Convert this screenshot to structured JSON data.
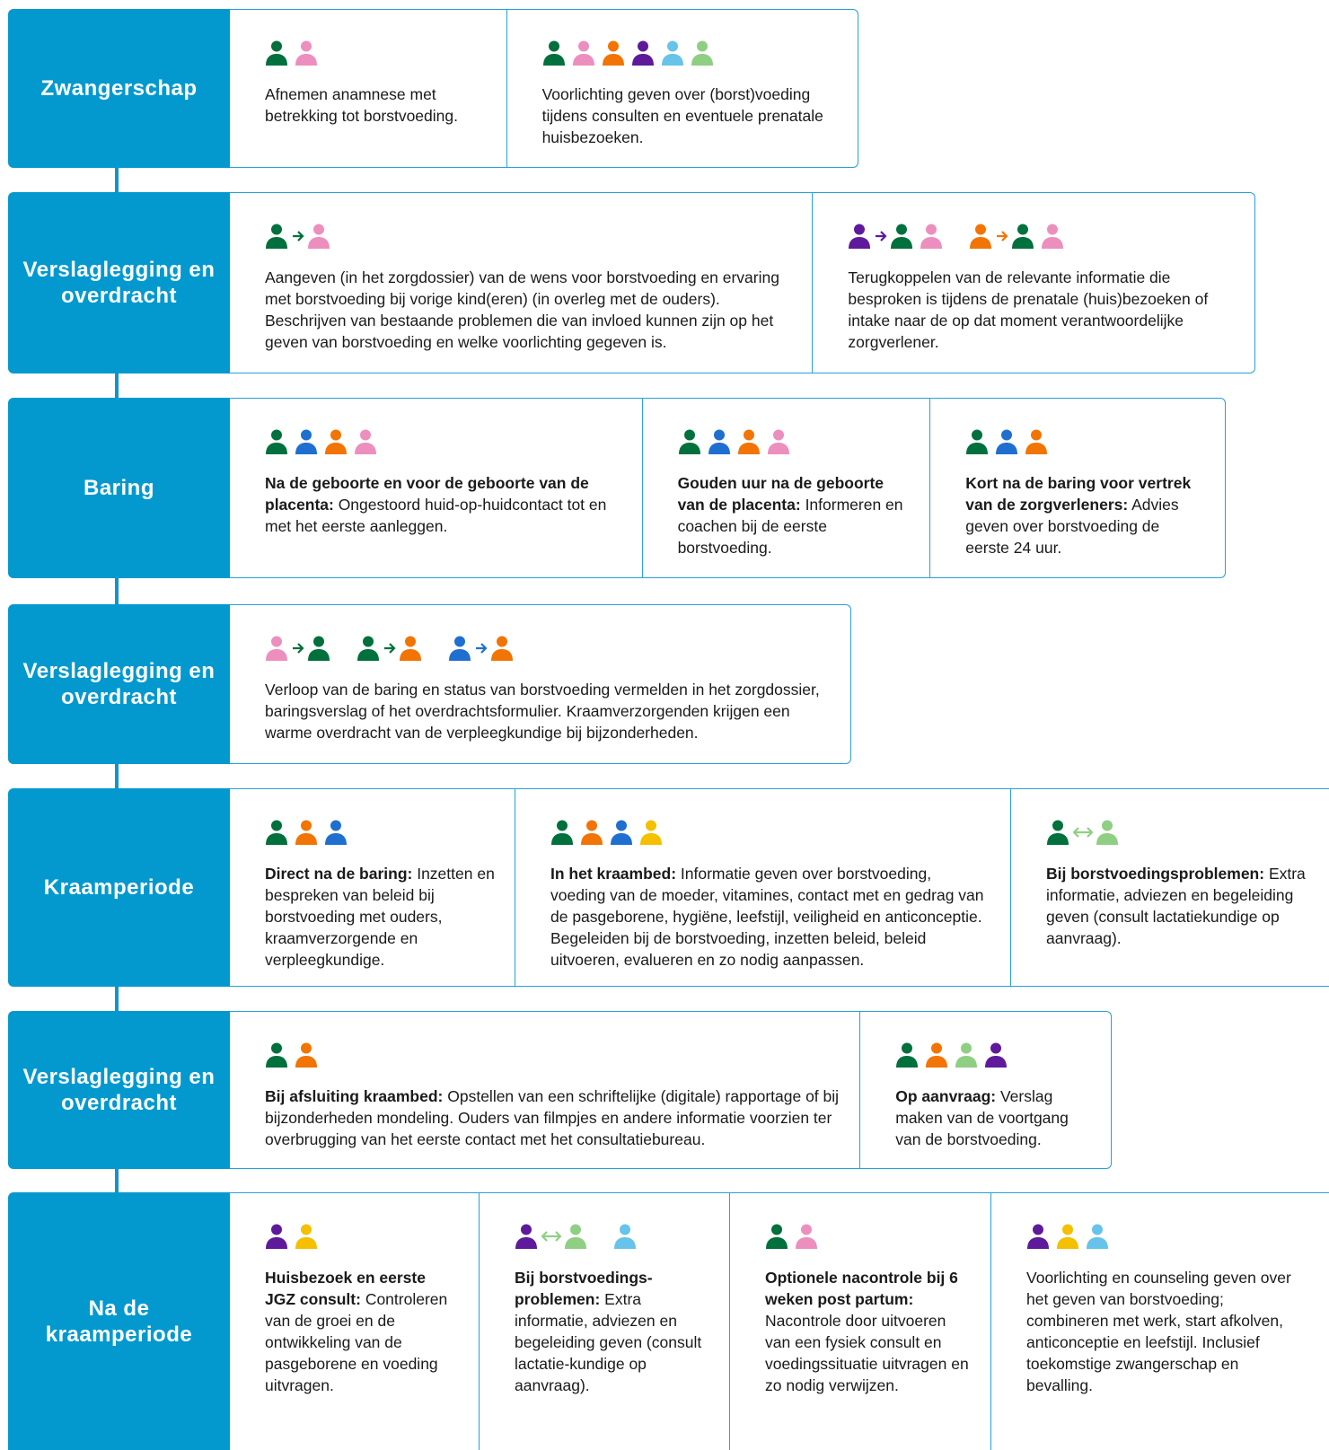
{
  "colors": {
    "phase_bg": "#0399cf",
    "border": "#27a1d6",
    "text": "#1a1a1a",
    "dark_green": "#00703c",
    "pink": "#ec8fbe",
    "orange": "#f27405",
    "purple": "#5e1a9b",
    "light_blue": "#67c3ea",
    "light_green": "#8fcf83",
    "blue": "#1f6fd1",
    "yellow": "#f4c000"
  },
  "rows": [
    {
      "phase": "Zwangerschap",
      "cards": [
        {
          "icons": [
            "dark_green",
            "pink"
          ],
          "bold": "",
          "text": "Afnemen anamnese met betrekking tot borstvoeding."
        },
        {
          "icons": [
            "dark_green",
            "pink",
            "orange",
            "purple",
            "light_blue",
            "light_green"
          ],
          "bold": "",
          "text": "Voorlichting geven over (borst)voeding tijdens consulten en eventuele prenatale huisbezoeken."
        }
      ]
    },
    {
      "phase": "Verslaglegging en overdracht",
      "cards": [
        {
          "icons": [
            "dark_green",
            "arrow:dark_green",
            "pink"
          ],
          "bold": "",
          "text": "Aangeven (in het zorgdossier) van de wens voor borstvoeding en ervaring met borstvoeding bij vorige kind(eren) (in overleg met de ouders). Beschrijven van bestaande problemen die van invloed kunnen zijn op het geven van borstvoeding en welke voorlichting gegeven is."
        },
        {
          "icons": [
            "purple",
            "arrow:purple",
            "dark_green",
            "pink",
            "gap",
            "orange",
            "arrow:orange",
            "dark_green",
            "pink"
          ],
          "bold": "",
          "text": "Terugkoppelen van de relevante informatie die besproken is tijdens de prenatale (huis)bezoeken of intake naar de op dat moment verantwoordelijke zorgverlener."
        }
      ]
    },
    {
      "phase": "Baring",
      "cards": [
        {
          "icons": [
            "dark_green",
            "blue",
            "orange",
            "pink"
          ],
          "bold": "Na de geboorte en voor de geboorte van de placenta:",
          "text": " Ongestoord huid-op-huidcontact tot en met het eerste aanleggen."
        },
        {
          "icons": [
            "dark_green",
            "blue",
            "orange",
            "pink"
          ],
          "bold": "Gouden uur na de geboorte van de placenta:",
          "text": " Informeren en coachen bij de eerste borstvoeding."
        },
        {
          "icons": [
            "dark_green",
            "blue",
            "orange"
          ],
          "bold": "Kort na de baring voor vertrek van de zorgverleners:",
          "text": " Advies geven over borstvoeding de eerste 24 uur."
        }
      ]
    },
    {
      "phase": "Verslaglegging en overdracht",
      "cards": [
        {
          "icons": [
            "pink",
            "arrow:dark_green",
            "dark_green",
            "gap",
            "dark_green",
            "arrow:dark_green",
            "orange",
            "gap",
            "blue",
            "arrow:blue",
            "orange"
          ],
          "bold": "",
          "text": "Verloop van de baring en status van borstvoeding vermelden in het zorgdossier, baringsverslag of het overdrachtsformulier. Kraamverzorgenden krijgen een warme overdracht van de verpleegkundige bij bijzonderheden."
        }
      ]
    },
    {
      "phase": "Kraamperiode",
      "cards": [
        {
          "icons": [
            "dark_green",
            "orange",
            "blue"
          ],
          "bold": "Direct na de baring:",
          "text": " Inzetten en bespreken van beleid bij borstvoeding met ouders, kraamverzorgende en verpleegkundige."
        },
        {
          "icons": [
            "dark_green",
            "orange",
            "blue",
            "yellow"
          ],
          "bold": "In het kraambed:",
          "text": " Informatie geven over borstvoeding, voeding van de moeder, vitamines, contact met en gedrag van de pasgeborene, hygiëne, leefstijl, veiligheid en anticonceptie. Begeleiden bij de borstvoeding, inzetten beleid, beleid uitvoeren, evalueren en zo nodig aanpassen."
        },
        {
          "icons": [
            "dark_green",
            "biarrow:light_green",
            "light_green"
          ],
          "bold": "Bij borstvoedingsproblemen:",
          "text": " Extra informatie, adviezen en begeleiding geven (consult lactatiekundige op aanvraag)."
        }
      ]
    },
    {
      "phase": "Verslaglegging en overdracht",
      "cards": [
        {
          "icons": [
            "dark_green",
            "orange"
          ],
          "bold": "Bij afsluiting kraambed:",
          "text": " Opstellen van een schriftelijke (digitale) rapportage of bij bijzonderheden mondeling. Ouders van filmpjes en andere informatie voorzien ter overbrugging van het eerste contact met het consultatiebureau."
        },
        {
          "icons": [
            "dark_green",
            "orange",
            "light_green",
            "purple"
          ],
          "bold": "Op aanvraag:",
          "text": " Verslag maken van de voortgang van de borstvoeding."
        }
      ]
    },
    {
      "phase": "Na de kraamperiode",
      "cards": [
        {
          "icons": [
            "purple",
            "yellow"
          ],
          "bold": "Huisbezoek en eerste JGZ consult:",
          "text": " Controleren van de groei en de ontwikkeling van de pasgeborene en voeding uitvragen."
        },
        {
          "icons": [
            "purple",
            "biarrow:light_green",
            "light_green",
            "gap",
            "light_blue"
          ],
          "bold": "Bij borstvoedings-problemen:",
          "text": " Extra informatie, adviezen en begeleiding geven (consult lactatie-kundige op aanvraag)."
        },
        {
          "icons": [
            "dark_green",
            "pink"
          ],
          "bold": "Optionele nacontrole bij 6 weken post partum:",
          "text": " Nacontrole door uitvoeren van een fysiek consult en voedingssituatie uitvragen en zo nodig verwijzen."
        },
        {
          "icons": [
            "purple",
            "yellow",
            "light_blue"
          ],
          "bold": "",
          "text": "Voorlichting en counseling geven over het geven van borstvoeding; combineren met werk, start afkolven, anticonceptie en leefstijl. Inclusief toekomstige zwangerschap en bevalling."
        }
      ]
    }
  ]
}
